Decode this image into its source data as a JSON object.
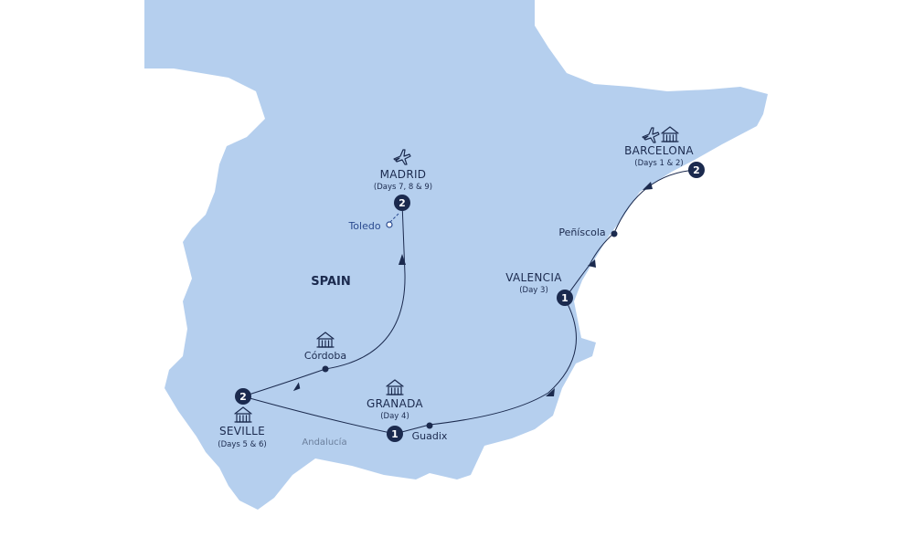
{
  "map": {
    "country_label": "SPAIN",
    "region_label": "Andalucía",
    "excursion": {
      "name": "Toledo"
    },
    "colors": {
      "land": "#b5cfee",
      "marker": "#1b2a4e",
      "text": "#1b2a4e",
      "excursion": "#2a4a8f",
      "region": "#6b7f9c"
    },
    "stops": {
      "barcelona": {
        "name": "BARCELONA",
        "days": "(Days 1 & 2)",
        "nights": "2",
        "icons": [
          "plane-icon",
          "hotel-icon"
        ]
      },
      "valencia": {
        "name": "VALENCIA",
        "days": "(Day 3)",
        "nights": "1"
      },
      "granada": {
        "name": "GRANADA",
        "days": "(Day 4)",
        "nights": "1",
        "icons": [
          "hotel-icon"
        ]
      },
      "seville": {
        "name": "SEVILLE",
        "days": "(Days 5 & 6)",
        "nights": "2",
        "icons": [
          "hotel-icon"
        ]
      },
      "madrid": {
        "name": "MADRID",
        "days": "(Days 7, 8 & 9)",
        "nights": "2",
        "icons": [
          "plane-icon"
        ]
      }
    },
    "waypoints": {
      "peniscola": "Peñíscola",
      "guadix": "Guadix",
      "cordoba": "Córdoba"
    }
  }
}
